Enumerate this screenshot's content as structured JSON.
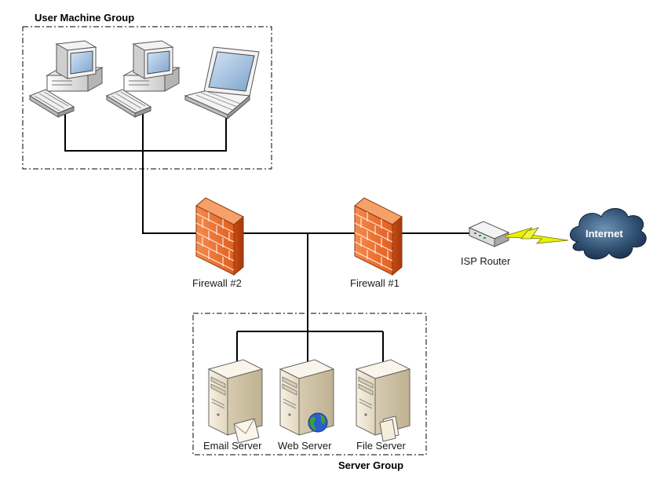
{
  "groups": {
    "user_machine_group": "User Machine Group",
    "server_group": "Server Group"
  },
  "devices": {
    "firewall_2": "Firewall #2",
    "firewall_1": "Firewall #1",
    "isp_router": "ISP Router",
    "internet": "Internet",
    "email_server": "Email Server",
    "web_server": "Web Server",
    "file_server": "File Server"
  },
  "colors": {
    "firewall": "#f07a3a",
    "cloud": "#1e3b5c",
    "server": "#efe6d3",
    "lightning": "#e8f000"
  }
}
